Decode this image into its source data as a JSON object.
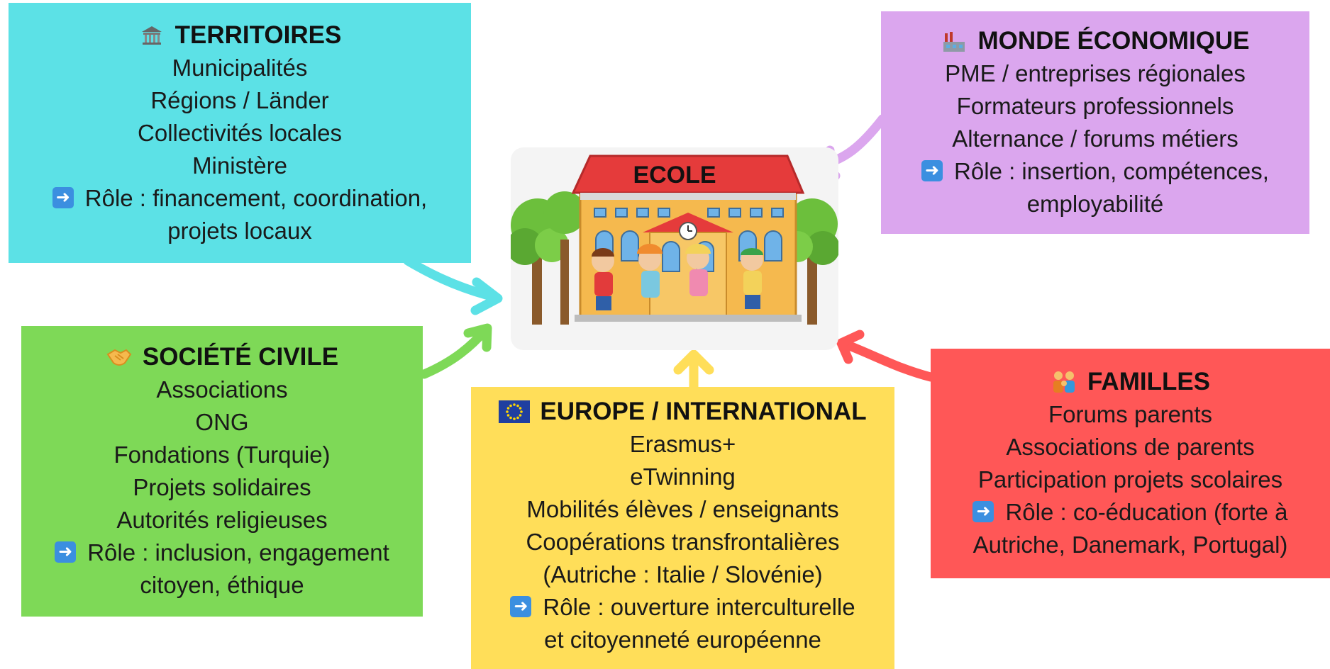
{
  "center": {
    "label": "ECOLE"
  },
  "territoires": {
    "title": "TERRITOIRES",
    "icon": "classical-building-icon",
    "lines": [
      "Municipalités",
      "Régions / Länder",
      "Collectivités locales",
      "Ministère"
    ],
    "role_lines": [
      "Rôle : financement, coordination,",
      "projets locaux"
    ]
  },
  "monde": {
    "title": "MONDE ÉCONOMIQUE",
    "icon": "factory-icon",
    "lines": [
      "PME / entreprises régionales",
      "Formateurs professionnels",
      "Alternance / forums métiers"
    ],
    "role_lines": [
      "Rôle : insertion, compétences,",
      "employabilité"
    ]
  },
  "societe": {
    "title": "SOCIÉTÉ CIVILE",
    "icon": "handshake-icon",
    "lines": [
      "Associations",
      "ONG",
      "Fondations (Turquie)",
      "Projets solidaires",
      "Autorités religieuses"
    ],
    "role_lines": [
      "Rôle : inclusion, engagement",
      "citoyen, éthique"
    ]
  },
  "europe": {
    "title": "EUROPE / INTERNATIONAL",
    "icon": "eu-flag-icon",
    "lines": [
      "Erasmus+",
      "eTwinning",
      "Mobilités élèves / enseignants",
      "Coopérations transfrontalières",
      "(Autriche : Italie / Slovénie)"
    ],
    "role_lines": [
      "Rôle : ouverture interculturelle",
      "et citoyenneté européenne"
    ]
  },
  "familles": {
    "title": "FAMILLES",
    "icon": "family-icon",
    "lines": [
      "Forums parents",
      "Associations de parents",
      "Participation projets scolaires"
    ],
    "role_lines": [
      "Rôle : co-éducation (forte à",
      "Autriche, Danemark, Portugal)"
    ]
  },
  "colors": {
    "territoires": "#5ce1e6",
    "monde": "#dba6ee",
    "societe": "#7ed957",
    "europe": "#ffde59",
    "familles": "#ff5757",
    "role_arrow": "#3b8fe0"
  }
}
